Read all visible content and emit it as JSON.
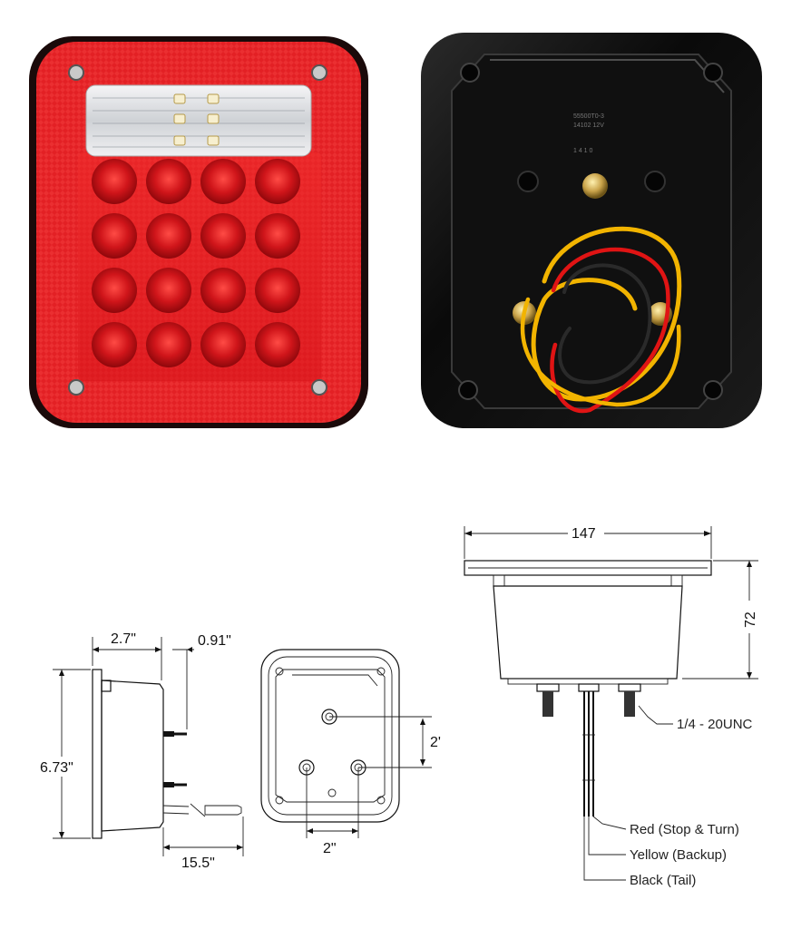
{
  "colors": {
    "lens_red": "#e1191f",
    "lens_dark_red": "#b40d12",
    "backup_lens": "#e8e8ea",
    "housing_black": "#0c0c0c",
    "wire_red": "#e01414",
    "wire_yellow": "#f2b400",
    "wire_black": "#111111"
  },
  "back_view": {
    "molded_text": [
      "55500T0-3",
      "14102 12V",
      "1 4 1 0"
    ]
  },
  "side_view": {
    "depth_label": "2.7\"",
    "stud_label": "0.91\"",
    "height_label": "6.73\"",
    "wire_label": "15.5\""
  },
  "rear_outline": {
    "vertical_spacing_label": "2'",
    "horizontal_spacing_label": "2\""
  },
  "section_view": {
    "width_label": "147",
    "depth_label": "72",
    "stud_thread_label": "1/4 - 20UNC",
    "wires": [
      {
        "label": "Red (Stop & Turn)"
      },
      {
        "label": "Yellow (Backup)"
      },
      {
        "label": "Black (Tail)"
      }
    ]
  }
}
